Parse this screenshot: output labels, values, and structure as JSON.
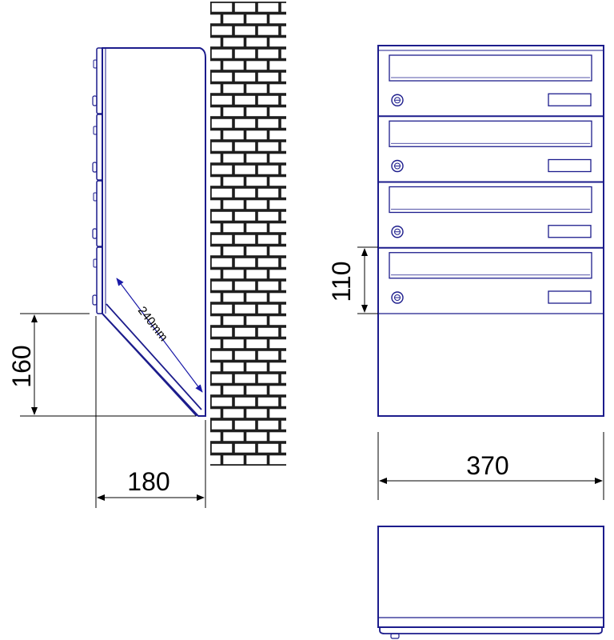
{
  "dimensions": {
    "side_height": "160",
    "side_depth": "180",
    "slope_length": "240mm",
    "box_width": "370",
    "compartment_height": "110"
  },
  "colors": {
    "outline": "#1c1c8c",
    "dimension": "#000000",
    "arrow": "#1a1aa8",
    "brick": "#1e1e1e",
    "background": "#ffffff"
  },
  "layout": {
    "compartments": 4
  }
}
